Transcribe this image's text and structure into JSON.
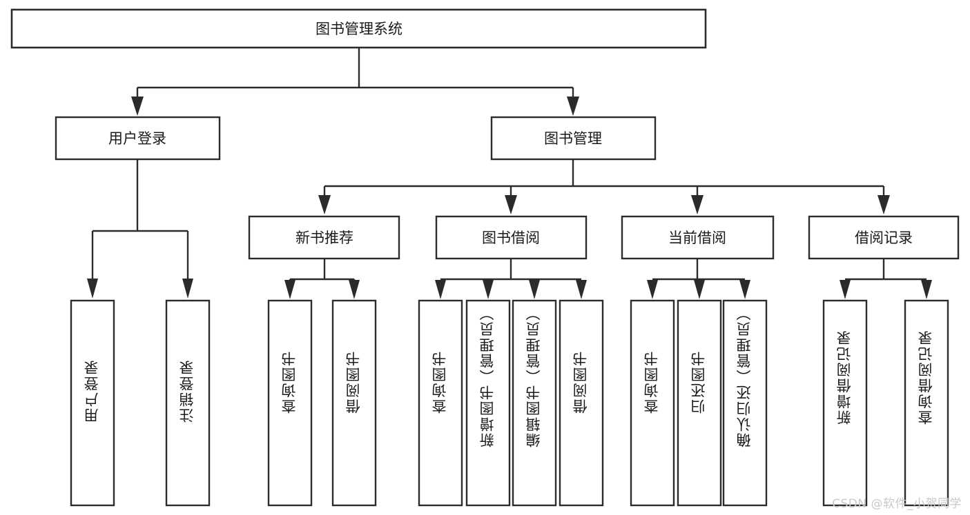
{
  "diagram": {
    "title": "图书管理系统",
    "type": "tree",
    "watermark": "CSDN @软件_小贺同学",
    "colors": {
      "box_stroke": "#2b2b2b",
      "box_fill": "#ffffff",
      "text": "#1a1a1a",
      "connector": "#2b2b2b",
      "watermark": "#c9c9c9",
      "background": "#ffffff"
    },
    "root": {
      "label": "图书管理系统"
    },
    "level2": [
      {
        "label": "用户登录"
      },
      {
        "label": "图书管理"
      }
    ],
    "level3": [
      {
        "label": "新书推荐"
      },
      {
        "label": "图书借阅"
      },
      {
        "label": "当前借阅"
      },
      {
        "label": "借阅记录"
      }
    ],
    "leaves": {
      "user_login": [
        {
          "label": "用户登录"
        },
        {
          "label": "注销登录"
        }
      ],
      "new_book_recommend": [
        {
          "label": "查询图书"
        },
        {
          "label": "借阅图书"
        }
      ],
      "book_borrow": [
        {
          "label": "查询图书"
        },
        {
          "label": "新增图书（管理员）"
        },
        {
          "label": "编辑图书（管理员）"
        },
        {
          "label": "借阅图书"
        }
      ],
      "current_borrow": [
        {
          "label": "查询图书"
        },
        {
          "label": "归还图书"
        },
        {
          "label": "确认归还（管理员）"
        }
      ],
      "borrow_record": [
        {
          "label": "新增借阅记录"
        },
        {
          "label": "查询借阅记录"
        }
      ]
    }
  }
}
